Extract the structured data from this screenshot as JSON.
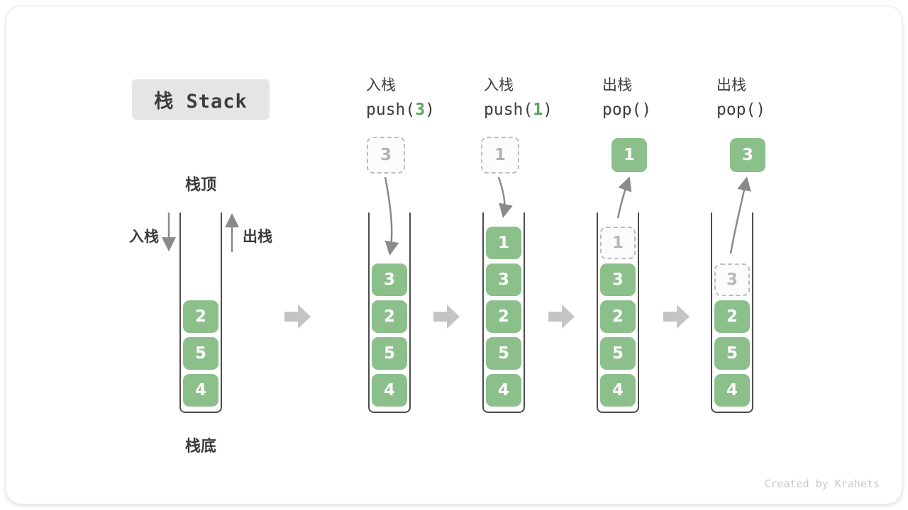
{
  "title": "栈 Stack",
  "labels": {
    "stack_top": "栈顶",
    "stack_bottom": "栈底",
    "push_side": "入栈",
    "pop_side": "出栈"
  },
  "watermark": "Created by Krahets",
  "colors": {
    "element_green": "#8bc08b",
    "code_arg_green": "#5ba55b",
    "ghost_gray": "#bdbdbd",
    "arrow_gray": "#8a8a8a",
    "block_arrow_gray": "#c4c4c4",
    "text_dark": "#3c3c3c",
    "title_box_bg": "#e5e5e5"
  },
  "columns": [
    {
      "cells": [
        "2",
        "5",
        "4"
      ]
    },
    {
      "op_cn": "入栈",
      "code_prefix": "push(",
      "code_arg": "3",
      "code_suffix": ")",
      "floating_value": "3",
      "cells": [
        "3",
        "2",
        "5",
        "4"
      ]
    },
    {
      "op_cn": "入栈",
      "code_prefix": "push(",
      "code_arg": "1",
      "code_suffix": ")",
      "floating_value": "1",
      "cells": [
        "1",
        "3",
        "2",
        "5",
        "4"
      ]
    },
    {
      "op_cn": "出栈",
      "code_prefix": "pop()",
      "code_arg": "",
      "code_suffix": "",
      "floating_value": "1",
      "ghost_value": "1",
      "cells": [
        "3",
        "2",
        "5",
        "4"
      ]
    },
    {
      "op_cn": "出栈",
      "code_prefix": "pop()",
      "code_arg": "",
      "code_suffix": "",
      "floating_value": "3",
      "ghost_value": "3",
      "cells": [
        "2",
        "5",
        "4"
      ]
    }
  ]
}
